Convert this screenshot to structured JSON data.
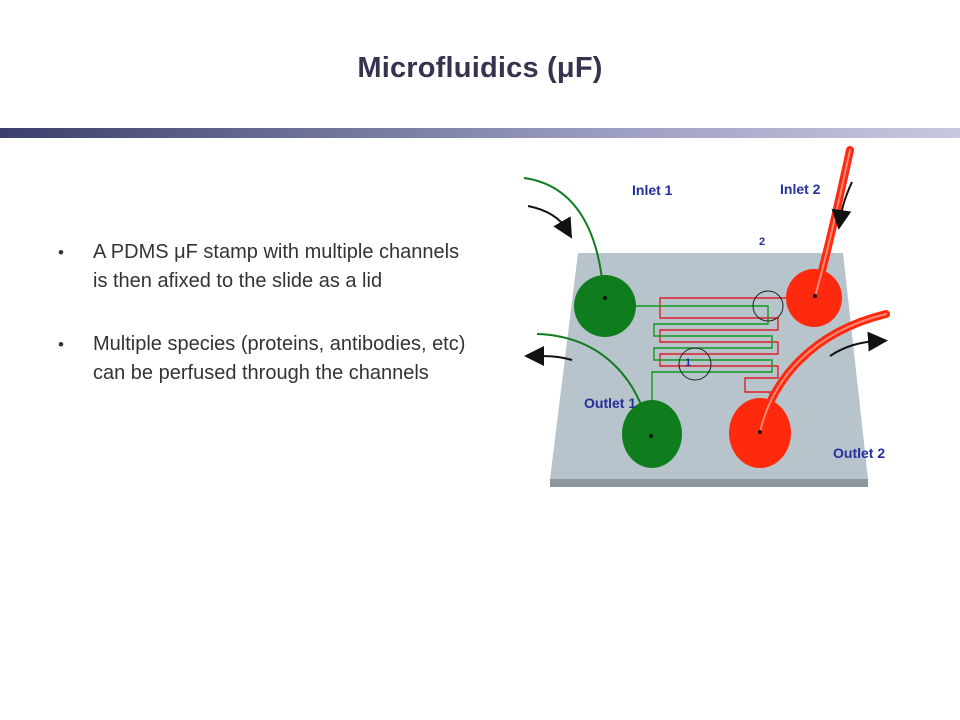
{
  "slide": {
    "title": "Microfluidics (μF)",
    "bullets": [
      "A PDMS μF stamp with multiple channels is then afixed to the slide as a lid",
      "Multiple species (proteins, antibodies, etc) can be perfused through the channels"
    ]
  },
  "diagram": {
    "labels": {
      "inlet_1": "Inlet 1",
      "inlet_2": "Inlet 2",
      "outlet_1": "Outlet 1",
      "outlet_2": "Outlet 2",
      "marker_1": "1",
      "marker_2": "2"
    },
    "colors": {
      "slide_top": "#b8c4cc",
      "slide_edge": "#8e979d",
      "green_species": "#0f7d1e",
      "red_species": "#ff2a0e",
      "label_text": "#24309a"
    }
  }
}
